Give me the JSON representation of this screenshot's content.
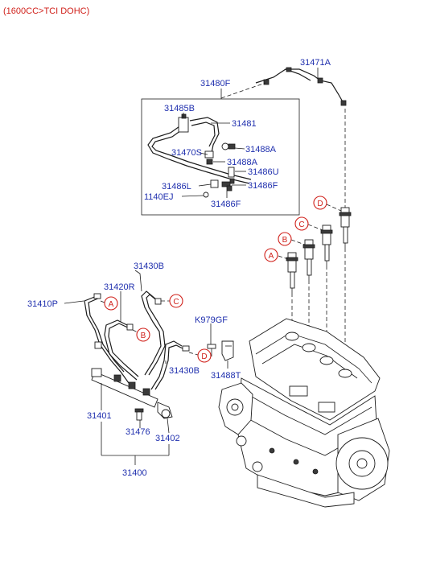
{
  "header": {
    "title": "(1600CC>TCI DOHC)"
  },
  "parts": {
    "p31471A": "31471A",
    "p31480F": "31480F",
    "p31485B": "31485B",
    "p31481": "31481",
    "p31470S": "31470S",
    "p31488A_1": "31488A",
    "p31488A_2": "31488A",
    "p31486U": "31486U",
    "p31486L": "31486L",
    "p31486F_1": "31486F",
    "p1140EJ": "1140EJ",
    "p31486F_2": "31486F",
    "p31430B_1": "31430B",
    "p31420R": "31420R",
    "p31410P": "31410P",
    "pK979GF": "K979GF",
    "p31430B_2": "31430B",
    "p31488T": "31488T",
    "p31401": "31401",
    "p31476": "31476",
    "p31402": "31402",
    "p31400": "31400"
  },
  "markers": {
    "injA": "A",
    "injB": "B",
    "injC": "C",
    "injD": "D",
    "pipeA": "A",
    "pipeB": "B",
    "pipeC": "C",
    "pipeD": "D"
  },
  "colors": {
    "label": "#1f2fae",
    "marker": "#d0201a",
    "line": "#1c1c1c"
  }
}
